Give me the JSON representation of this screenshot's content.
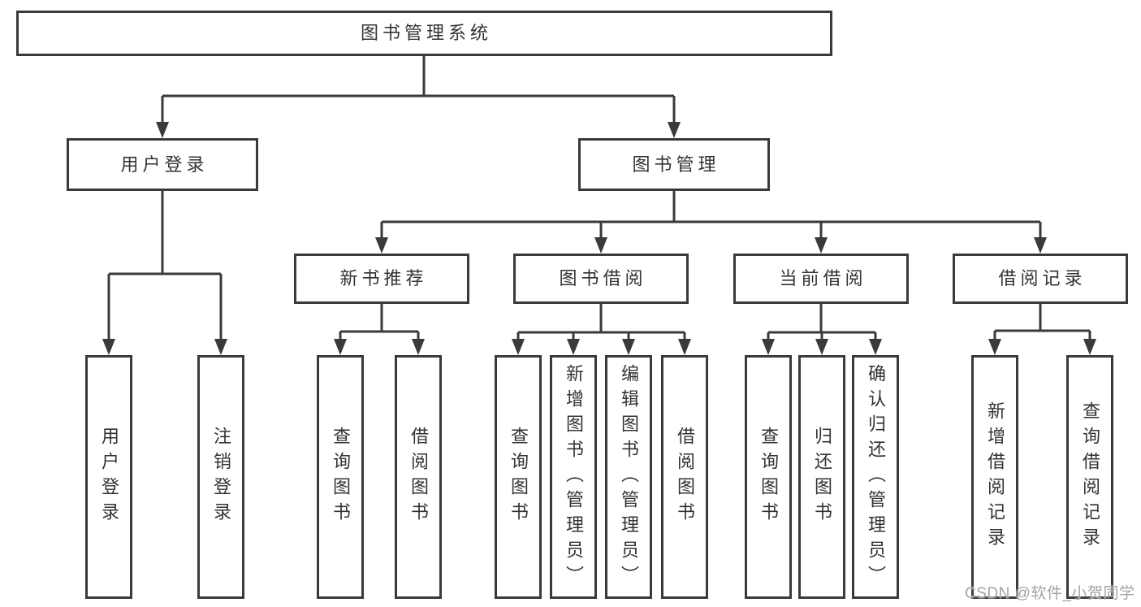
{
  "watermark": "CSDN @软件_小贺同学",
  "colors": {
    "line": "#3a3a3a",
    "text": "#333333",
    "watermark": "#a3a3a3",
    "background": "#ffffff"
  },
  "tree": {
    "root": "图书管理系统",
    "branches": [
      {
        "label": "用户登录",
        "children": [
          "用户登录",
          "注销登录"
        ]
      },
      {
        "label": "图书管理",
        "children": [
          {
            "label": "新书推荐",
            "children": [
              "查询图书",
              "借阅图书"
            ]
          },
          {
            "label": "图书借阅",
            "children": [
              "查询图书",
              "新增图书（管理员）",
              "编辑图书（管理员）",
              "借阅图书"
            ]
          },
          {
            "label": "当前借阅",
            "children": [
              "查询图书",
              "归还图书",
              "确认归还（管理员）"
            ]
          },
          {
            "label": "借阅记录",
            "children": [
              "新增借阅记录",
              "查询借阅记录"
            ]
          }
        ]
      }
    ]
  }
}
